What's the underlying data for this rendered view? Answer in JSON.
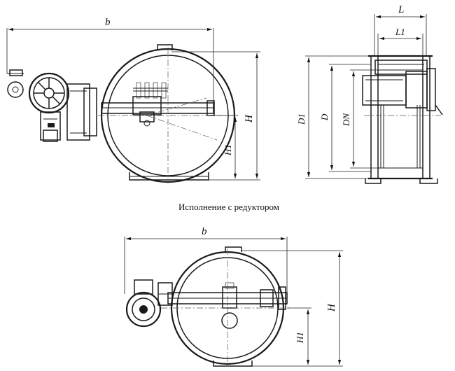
{
  "diagram": {
    "caption": "Исполнение с редуктором",
    "top_view": {
      "labels": {
        "b": "b",
        "H": "H",
        "H1": "H1"
      }
    },
    "side_view": {
      "labels": {
        "L": "L",
        "L1": "L1",
        "D1": "D1",
        "D": "D",
        "DN": "DN"
      }
    },
    "bottom_view": {
      "labels": {
        "b": "b",
        "H": "H",
        "H1": "H1"
      }
    }
  }
}
